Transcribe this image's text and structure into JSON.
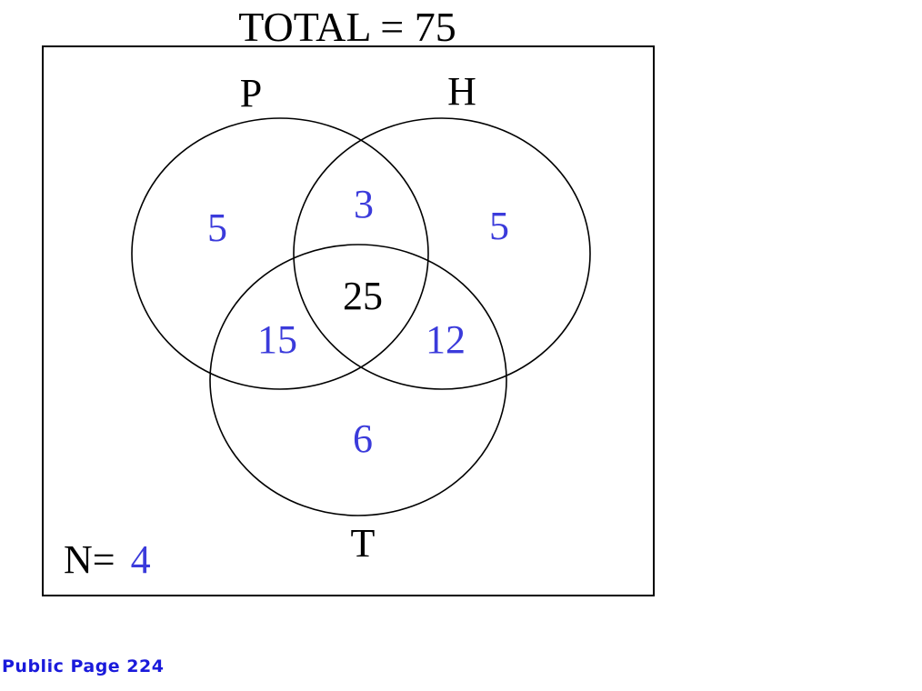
{
  "title": "TOTAL = 75",
  "sets": {
    "p": "P",
    "h": "H",
    "t": "T"
  },
  "regions": {
    "p_only": "5",
    "p_and_h": "3",
    "h_only": "5",
    "all_three": "25",
    "p_and_t": "15",
    "h_and_t": "12",
    "t_only": "6"
  },
  "none": {
    "label": "N=",
    "value": "4"
  },
  "footer": "Public Page 224",
  "colors": {
    "region_value": "#3b3bdb",
    "center_value": "#000000",
    "footer": "#1a1adb",
    "outline": "#000000"
  }
}
